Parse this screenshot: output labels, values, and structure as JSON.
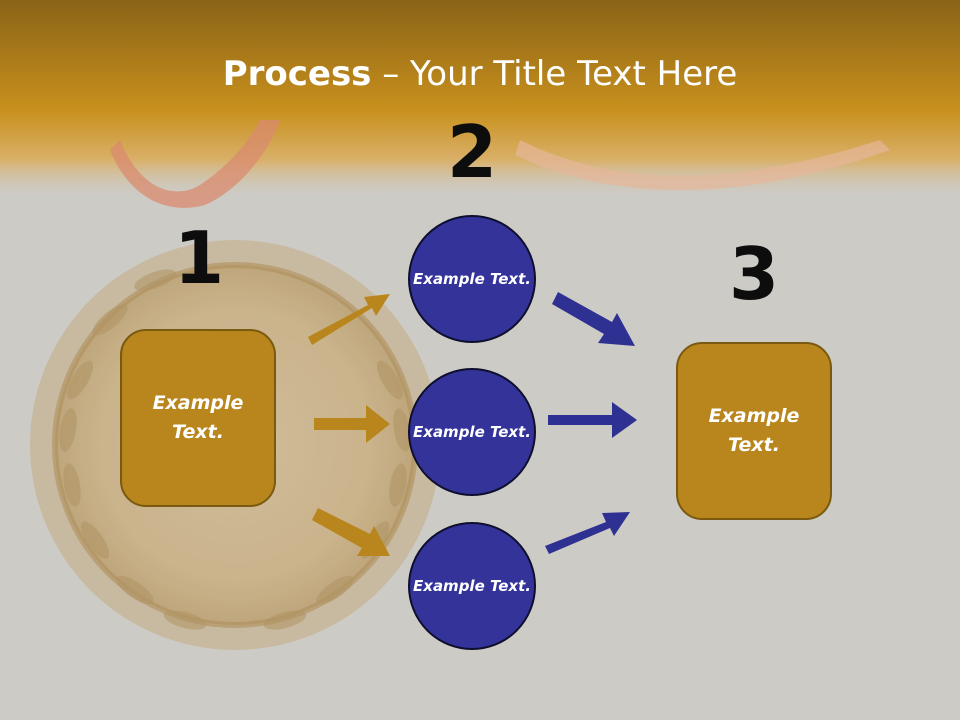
{
  "title": {
    "bold": "Process",
    "rest": " – Your Title Text Here"
  },
  "steps": {
    "one": "1",
    "two": "2",
    "three": "3"
  },
  "left_box": {
    "label": "Example Text."
  },
  "circles": [
    {
      "label": "Example Text."
    },
    {
      "label": "Example Text."
    },
    {
      "label": "Example Text."
    }
  ],
  "right_box": {
    "label": "Example Text."
  },
  "colors": {
    "gold": "#b8861c",
    "navy": "#333399",
    "arrow_gold": "#b8861c",
    "arrow_blue": "#2e3192"
  },
  "background_icon": "gold-medal-with-laurel-wreath"
}
